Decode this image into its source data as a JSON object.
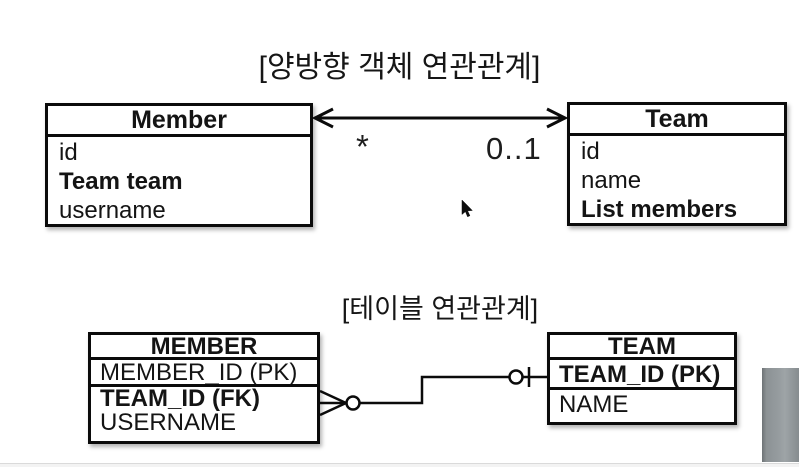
{
  "object_section": {
    "title": "[양방향 객체 연관관계]",
    "member": {
      "title": "Member",
      "fields": [
        {
          "text": "id"
        },
        {
          "text": "Team team"
        },
        {
          "text": "username"
        }
      ]
    },
    "team": {
      "title": "Team",
      "fields": [
        {
          "text": "id"
        },
        {
          "text": "name"
        },
        {
          "text": "List members"
        }
      ]
    },
    "multiplicity_member_side": "*",
    "multiplicity_team_side": "0..1"
  },
  "table_section": {
    "title": "[테이블 연관관계]",
    "member_table": {
      "title": "MEMBER",
      "pk_column": "MEMBER_ID (PK)",
      "columns": [
        {
          "text": "TEAM_ID (FK)"
        },
        {
          "text": "USERNAME"
        }
      ]
    },
    "team_table": {
      "title": "TEAM",
      "pk_column": "TEAM_ID (PK)",
      "columns": [
        {
          "text": "NAME"
        }
      ]
    }
  },
  "colors": {
    "background": "#ffffff",
    "line": "#000000",
    "text": "#141414",
    "gray_bar": "#8c9295"
  }
}
